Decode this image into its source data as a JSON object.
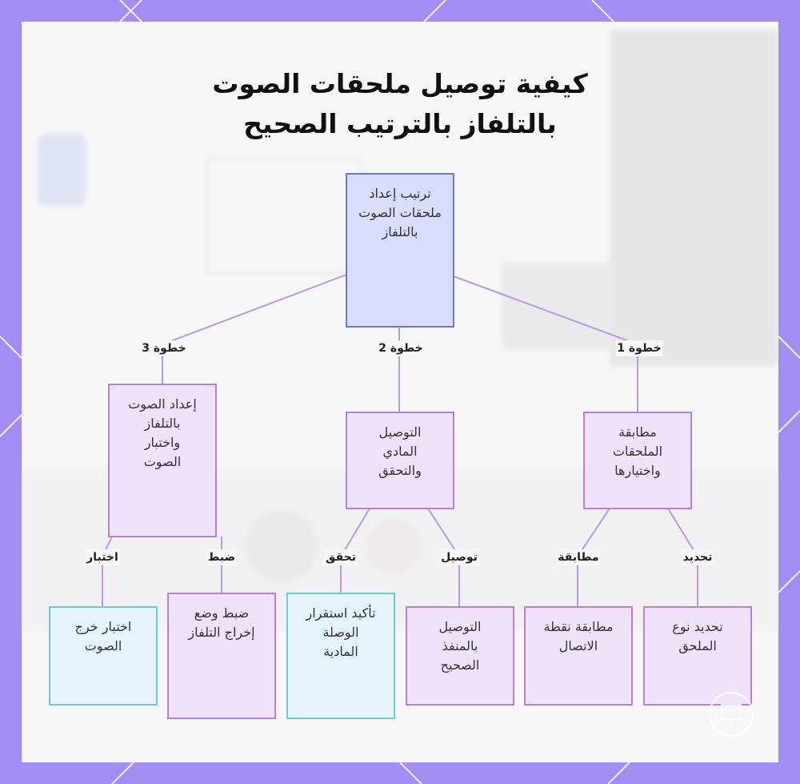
{
  "title_line1": "كيفية توصيل ملحقات الصوت",
  "title_line2": "بالتلفاز بالترتيب الصحيح",
  "nodes": {
    "root": "ترتيب إعداد ملحقات الصوت بالتلفاز",
    "step1": "مطابقة الملحقات واختيارها",
    "step2": "التوصيل المادي والتحقق",
    "step3": "إعداد الصوت بالتلفاز واختبار الصوت",
    "leaf_identify": "تحديد نوع الملحق",
    "leaf_match": "مطابقة نقطة الاتصال",
    "leaf_connect": "التوصيل بالمنفذ الصحيح",
    "leaf_verify": "تأكيد استقرار الوصلة المادية",
    "leaf_adjust": "ضبط وضع إخراج التلفاز",
    "leaf_test": "اختبار خرج الصوت"
  },
  "edge_labels": {
    "step1": "خطوة 1",
    "step2": "خطوة 2",
    "step3": "خطوة 3",
    "identify": "تحديد",
    "match": "مطابقة",
    "connect": "توصيل",
    "verify": "تحقق",
    "adjust": "ضبط",
    "test": "اختبار"
  },
  "colors": {
    "background": "#a38cf4",
    "panel": "#f7f7f8",
    "root_fill": "#d9dcfb",
    "root_border": "#6b7ad0",
    "purple_fill": "#efe3fb",
    "purple_border": "#b67fe0",
    "cyan_fill": "#e4f4fa",
    "cyan_border": "#6cc8dc",
    "connector": "#b79ae6"
  }
}
